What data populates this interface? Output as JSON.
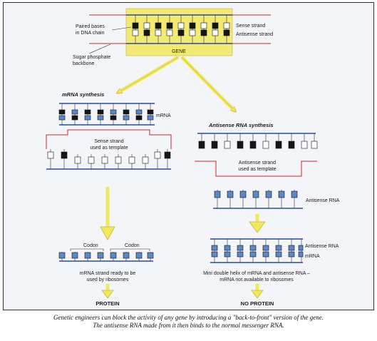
{
  "colors": {
    "gene_highlight": "#f2ea72",
    "arrow_fill": "#f0e860",
    "arrow_stroke": "#c8b82a",
    "backbone_blue": "#2a4aa8",
    "backbone_red": "#c42a2a",
    "base_dark": "#151515",
    "base_blue": "#5c88c8",
    "base_light": "#ffffff"
  },
  "gene": {
    "title": "GENE",
    "label_paired_1": "Paired bases",
    "label_paired_2": "in DNA chain",
    "label_sugar_1": "Sugar phosphate",
    "label_sugar_2": "backbone",
    "label_sense": "Sense strand",
    "label_antisense": "Antisense strand"
  },
  "mrna_synthesis": {
    "heading": "mRNA synthesis",
    "label_mrna": "mRNA",
    "label_sense_1": "Sense strand",
    "label_sense_2": "used as template"
  },
  "antisense_synthesis": {
    "heading": "Antisense RNA synthesis",
    "label_antisense_1": "Antisense strand",
    "label_antisense_2": "used as template",
    "label_rna": "Antisense RNA"
  },
  "translation": {
    "codon_1": "Codon",
    "codon_2": "Codon",
    "ready_1": "mRNA strand ready to be",
    "ready_2": "used by ribosomes",
    "result": "PROTEIN"
  },
  "blocked": {
    "label_antisense_rna": "Antisense RNA",
    "label_mrna": "mRNA",
    "helix_1": "Mini double helix of mRNA and antisense RNA –",
    "helix_2": "mRNA not available to ribosomes",
    "result": "NO PROTEIN"
  },
  "caption": {
    "line1": "Genetic engineers can block the activity of any gene by introducing a \"back-to-front\" version of the gene.",
    "line2": "The antisense RNA made from it then binds to the normal messenger RNA."
  }
}
